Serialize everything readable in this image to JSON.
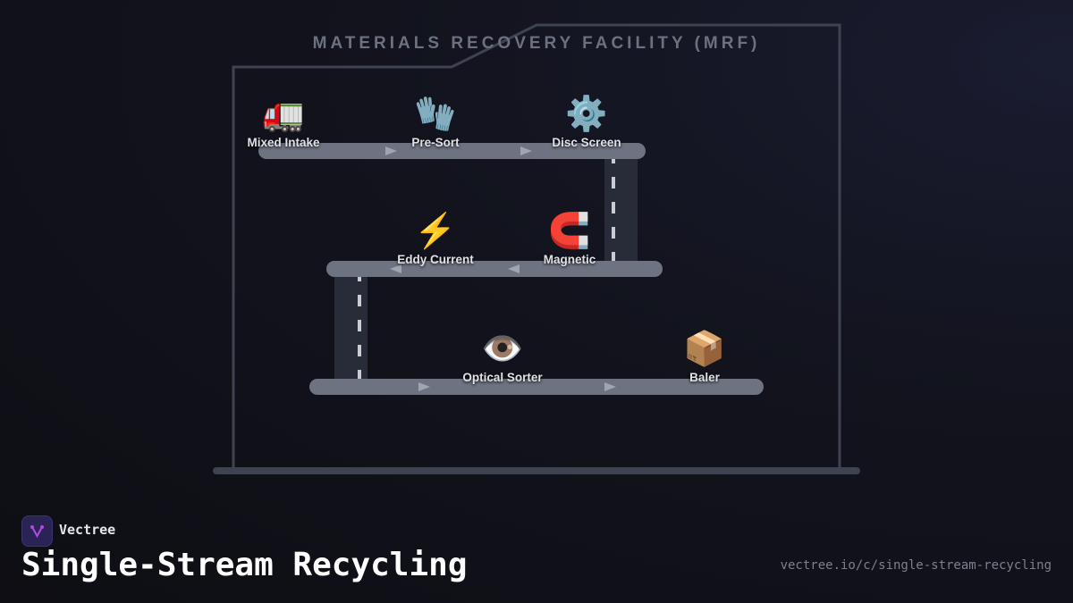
{
  "title": "MATERIALS RECOVERY FACILITY (MRF)",
  "stations": [
    {
      "icon": "truck-icon",
      "emoji": "🚛",
      "label": "Mixed Intake"
    },
    {
      "icon": "gloves-icon",
      "emoji": "🧤",
      "label": "Pre-Sort"
    },
    {
      "icon": "gear-icon",
      "emoji": "⚙️",
      "label": "Disc Screen"
    },
    {
      "icon": "magnet-icon",
      "emoji": "🧲",
      "label": "Magnetic"
    },
    {
      "icon": "lightning-icon",
      "emoji": "⚡",
      "label": "Eddy Current"
    },
    {
      "icon": "eye-icon",
      "emoji": "👁️",
      "label": "Optical Sorter"
    },
    {
      "icon": "package-icon",
      "emoji": "📦",
      "label": "Baler"
    }
  ],
  "footer": {
    "brand": "Vectree",
    "heading": "Single-Stream Recycling",
    "url": "vectree.io/c/single-stream-recycling"
  },
  "colors": {
    "belt": "#6e7382",
    "outline": "#3e4352",
    "logo_accent": "#b04be0"
  }
}
